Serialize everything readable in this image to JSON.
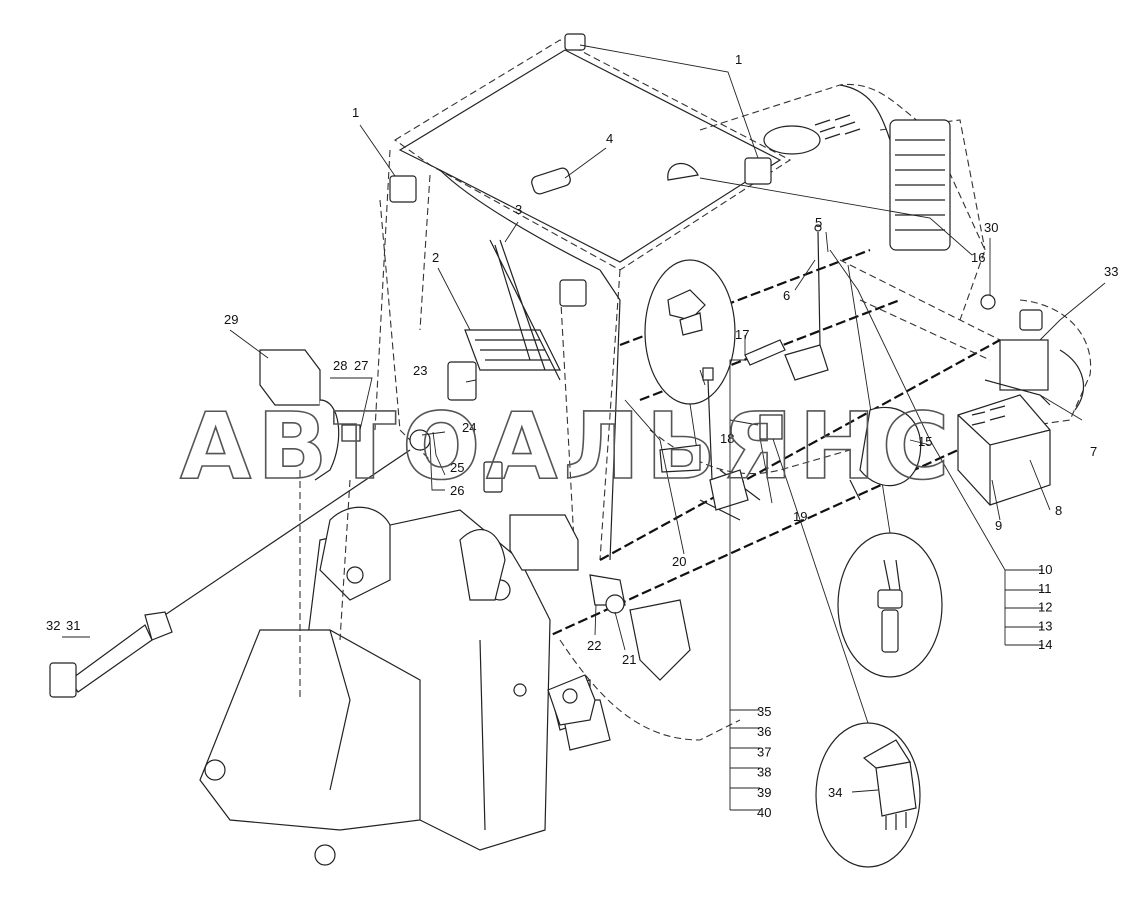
{
  "watermark": "АВТОАЛЬЯНС",
  "callouts": {
    "c1a": "1",
    "c1b": "1",
    "c2": "2",
    "c3": "3",
    "c4": "4",
    "c5": "5",
    "c6": "6",
    "c7": "7",
    "c8": "8",
    "c9": "9",
    "c15": "15",
    "c16": "16",
    "c17": "17",
    "c18": "18",
    "c19": "19",
    "c20": "20",
    "c21": "21",
    "c22": "22",
    "c23": "23",
    "c24": "24",
    "c25": "25",
    "c26": "26",
    "c27": "27",
    "c28": "28",
    "c29": "29",
    "c30": "30",
    "c31": "31",
    "c32": "32",
    "c33": "33",
    "c34": "34",
    "right_stack": [
      "10",
      "11",
      "12",
      "13",
      "14"
    ],
    "bottom_stack": [
      "35",
      "36",
      "37",
      "38",
      "39",
      "40"
    ]
  }
}
